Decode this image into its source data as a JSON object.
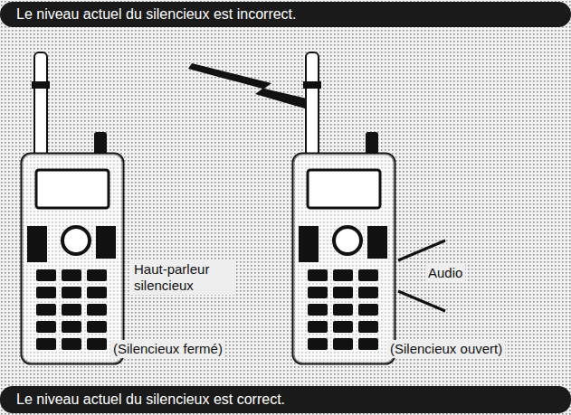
{
  "diagram": {
    "nodes": [
      {
        "text": [
          "Le niveau actuel du silencieux est incorrect."
        ]
      },
      {
        "text": [
          "Le niveau actuel du silencieux est correct."
        ]
      }
    ],
    "labels": [
      "Haut-parleur silencieux",
      "Audio",
      "(Silencieux fermé)",
      "(Silencieux ouvert)"
    ]
  }
}
